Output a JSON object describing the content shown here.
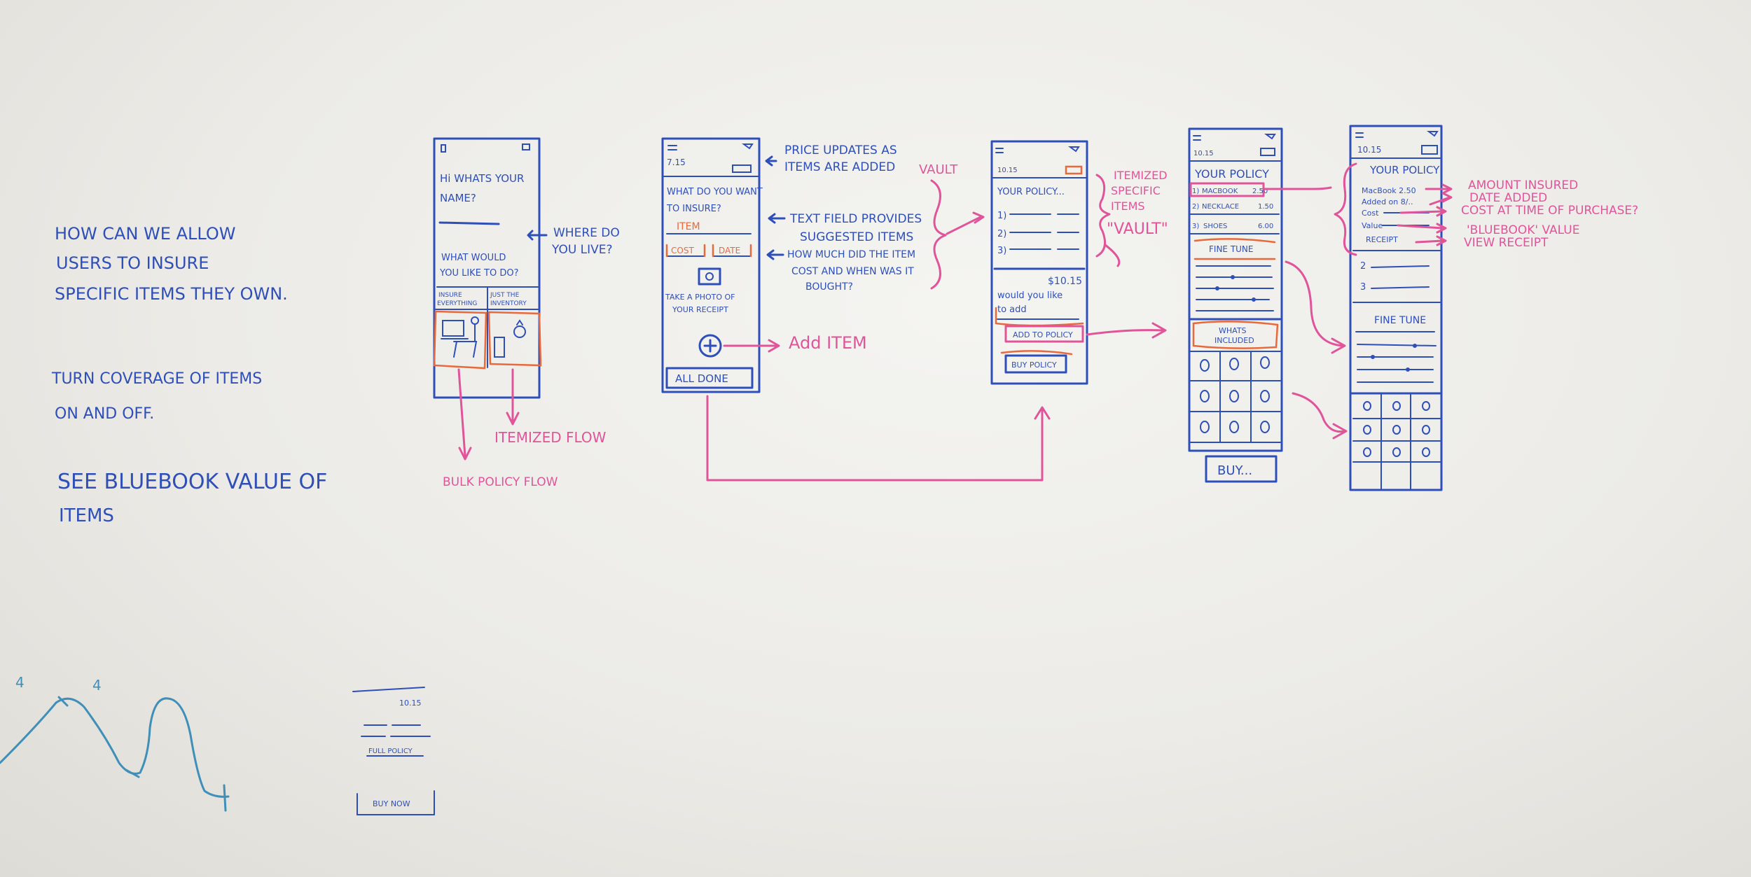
{
  "questions": {
    "q1": [
      "HOW CAN WE ALLOW",
      "USERS TO INSURE",
      "SPECIFIC ITEMS THEY OWN."
    ],
    "q2": [
      "TURN COVERAGE OF ITEMS",
      "ON AND OFF."
    ],
    "q3": [
      "SEE BLUEBOOK VALUE OF",
      "ITEMS"
    ]
  },
  "screen1": {
    "greeting": [
      "Hi WHATS YOUR",
      "NAME?"
    ],
    "prompt": [
      "WHAT WOULD",
      "YOU LIKE TO DO?"
    ],
    "option_left": [
      "INSURE",
      "EVERYTHING"
    ],
    "option_right": [
      "JUST THE",
      "INVENTORY"
    ],
    "annotation_live": [
      "WHERE DO",
      "YOU LIVE?"
    ],
    "bulk_flow": "BULK POLICY FLOW",
    "itemized_flow": "ITEMIZED FLOW"
  },
  "screen2": {
    "price": "7.15",
    "question": [
      "WHAT DO YOU WANT",
      "TO INSURE?"
    ],
    "item_field": "ITEM",
    "cost_field": "COST",
    "date_field": "DATE",
    "photo_prompt": [
      "TAKE A PHOTO OF",
      "YOUR RECEIPT"
    ],
    "all_done": "ALL DONE",
    "ann_price": [
      "PRICE UPDATES AS",
      "ITEMS ARE ADDED"
    ],
    "ann_text": [
      "TEXT FIELD PROVIDES",
      "SUGGESTED ITEMS"
    ],
    "ann_cost": [
      "HOW MUCH DID THE ITEM",
      "COST AND WHEN WAS IT",
      "BOUGHT?"
    ],
    "add_item": "Add ITEM",
    "vault": "VAULT"
  },
  "screen3": {
    "price": "10.15",
    "title": "YOUR POLICY...",
    "rows": [
      "1)",
      "2)",
      "3)"
    ],
    "total": "$10.15",
    "question": [
      "would you like",
      "to add"
    ],
    "add_to_policy": "ADD TO POLICY",
    "buy_policy": "BUY POLICY",
    "ann_itemized": [
      "ITEMIZED",
      "SPECIFIC",
      "ITEMS"
    ],
    "ann_vault": "\"VAULT\""
  },
  "screen4": {
    "price": "10.15",
    "title": "YOUR POLICY",
    "rows": [
      {
        "n": "1)",
        "name": "MACBOOK",
        "val": "2.50"
      },
      {
        "n": "2)",
        "name": "NECKLACE",
        "val": "1.50"
      },
      {
        "n": "3)",
        "name": "SHOES",
        "val": "6.00"
      }
    ],
    "fine_tune": "FINE TUNE",
    "whats_included": [
      "WHATS",
      "INCLUDED"
    ],
    "buy": "BUY..."
  },
  "screen5": {
    "price": "10.15",
    "title": "YOUR POLICY",
    "detail": [
      "MacBook 2.50",
      "Added on 8/..",
      "Cost",
      "Value",
      "RECEIPT"
    ],
    "rows": [
      "2",
      "3"
    ],
    "fine_tune": "FINE TUNE",
    "annotations": [
      "AMOUNT INSURED",
      "DATE ADDED",
      "COST AT TIME OF PURCHASE?",
      "'BLUEBOOK' VALUE",
      "VIEW RECEIPT"
    ]
  },
  "mini": {
    "price": "10.15",
    "full_policy": "FULL POLICY",
    "buy_now": "BUY NOW"
  },
  "wave": {
    "labels": [
      "4",
      "4"
    ]
  }
}
